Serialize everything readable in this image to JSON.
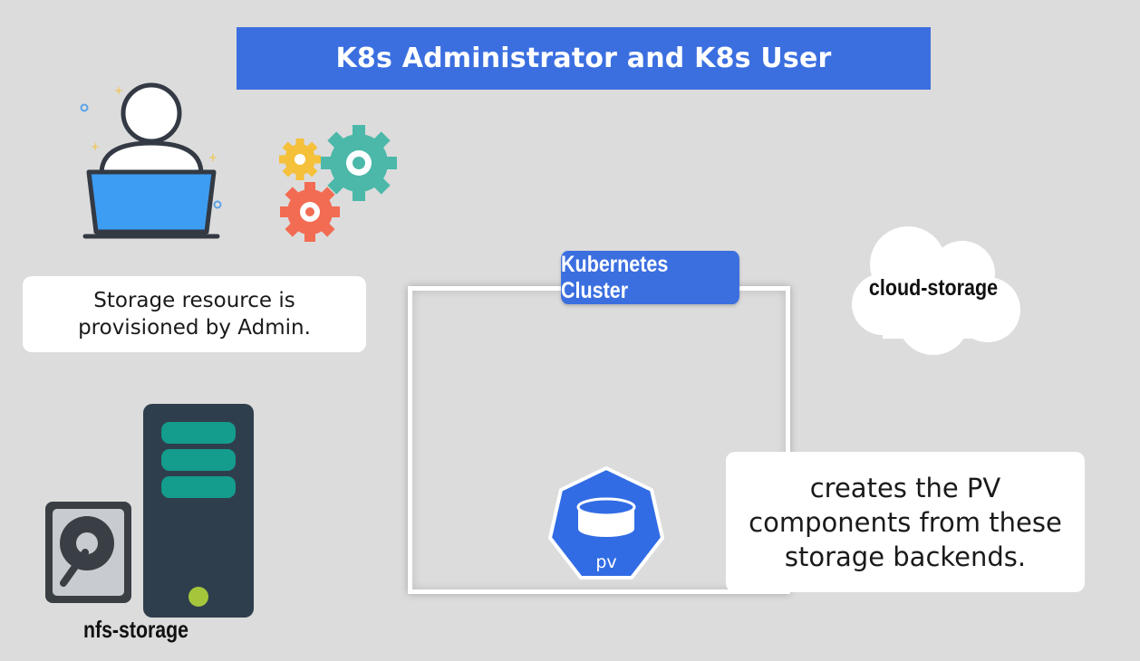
{
  "title": "K8s Administrator and K8s User",
  "notes": {
    "admin_line1": "Storage resource is",
    "admin_line2": "provisioned by Admin.",
    "pv_line1": "creates the PV",
    "pv_line2": "components from these",
    "pv_line3": "storage backends."
  },
  "cluster": {
    "label": "Kubernetes Cluster",
    "pv_label": "pv"
  },
  "storage": {
    "cloud_label": "cloud-storage",
    "nfs_label": "nfs-storage"
  },
  "colors": {
    "background": "#dcdcdc",
    "accent_blue": "#3b6fe0",
    "server_body": "#2f3e4d",
    "server_slot": "#149c8c",
    "server_led": "#a5c63b",
    "gear_yellow": "#f5c03a",
    "gear_teal": "#4bb8a9",
    "gear_red": "#f26b53",
    "laptop_blue": "#3d9df3",
    "pv_blue": "#326ce5"
  },
  "icons": {
    "admin": "person-with-laptop-icon",
    "gears": "gears-icon",
    "cloud": "cloud-icon",
    "pv": "persistent-volume-icon",
    "server": "server-icon",
    "hdd": "hard-disk-icon"
  }
}
